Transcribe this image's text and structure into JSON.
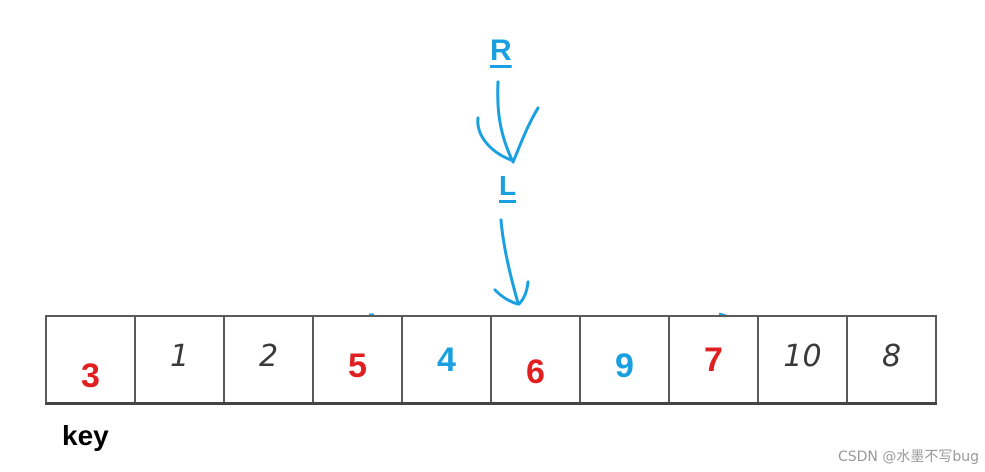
{
  "pointers": {
    "right": {
      "label": "R",
      "color": "#1a9fe0"
    },
    "left": {
      "label": "L",
      "color": "#1a9fe0"
    }
  },
  "cells": [
    {
      "value": "3",
      "color": "#e02020",
      "style": "strong"
    },
    {
      "value": "1",
      "color": "#3a3a3a",
      "style": "hand"
    },
    {
      "value": "2",
      "color": "#3a3a3a",
      "style": "hand"
    },
    {
      "value": "5",
      "color": "#e02020",
      "style": "strong"
    },
    {
      "value": "4",
      "color": "#1a9fe0",
      "style": "strong"
    },
    {
      "value": "6",
      "color": "#e02020",
      "style": "strong"
    },
    {
      "value": "9",
      "color": "#1a9fe0",
      "style": "strong"
    },
    {
      "value": "7",
      "color": "#e02020",
      "style": "strong"
    },
    {
      "value": "10",
      "color": "#3a3a3a",
      "style": "hand"
    },
    {
      "value": "8",
      "color": "#3a3a3a",
      "style": "hand"
    }
  ],
  "key_label": "key",
  "watermark": "CSDN @水墨不写bug",
  "colors": {
    "pointer": "#1a9fe0",
    "highlight": "#e02020",
    "plain": "#3a3a3a",
    "border": "#5a5a5a"
  }
}
